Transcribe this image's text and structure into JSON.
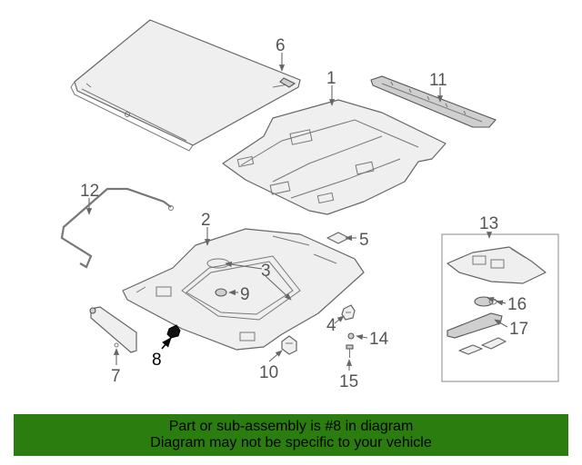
{
  "diagram": {
    "callouts": {
      "c1": "1",
      "c2": "2",
      "c3": "3",
      "c4": "4",
      "c5": "5",
      "c6": "6",
      "c7": "7",
      "c8": "8",
      "c9": "9",
      "c10": "10",
      "c11": "11",
      "c12": "12",
      "c13": "13",
      "c14": "14",
      "c15": "15",
      "c16": "16",
      "c17": "17"
    },
    "highlighted_part": "8",
    "colors": {
      "banner": "#2a7d0e",
      "line": "#666666",
      "highlight": "#000000"
    }
  },
  "banner": {
    "line1": "Part or sub-assembly is #8 in diagram",
    "line2": "Diagram may not be specific to your vehicle"
  }
}
